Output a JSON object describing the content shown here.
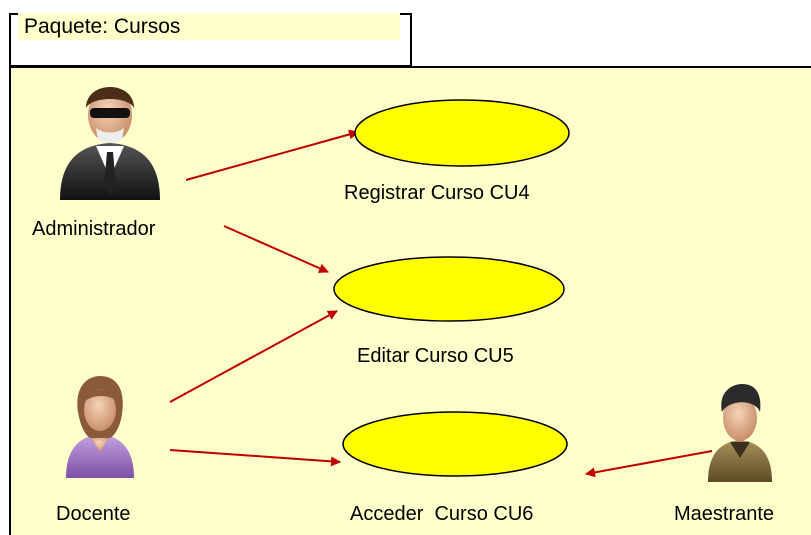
{
  "package": {
    "title": "Paquete: Cursos",
    "fill_color": "#ffffcc",
    "border_color": "#000000"
  },
  "use_cases": [
    {
      "id": "uc4",
      "label": "Registrar Curso CU4"
    },
    {
      "id": "uc5",
      "label": "Editar Curso CU5"
    },
    {
      "id": "uc6",
      "label": "Acceder  Curso CU6"
    }
  ],
  "actors": [
    {
      "id": "administrador",
      "label": "Administrador",
      "icon": "businessman-sunglasses-icon"
    },
    {
      "id": "docente",
      "label": "Docente",
      "icon": "woman-teacher-icon"
    },
    {
      "id": "maestrante",
      "label": "Maestrante",
      "icon": "man-student-icon"
    }
  ],
  "associations": [
    {
      "from": "administrador",
      "to": "uc4"
    },
    {
      "from": "administrador",
      "to": "uc5"
    },
    {
      "from": "docente",
      "to": "uc5"
    },
    {
      "from": "docente",
      "to": "uc6"
    },
    {
      "from": "maestrante",
      "to": "uc6"
    }
  ],
  "colors": {
    "use_case_fill": "#ffff00",
    "use_case_stroke": "#000000",
    "arrow": "#c00000"
  }
}
